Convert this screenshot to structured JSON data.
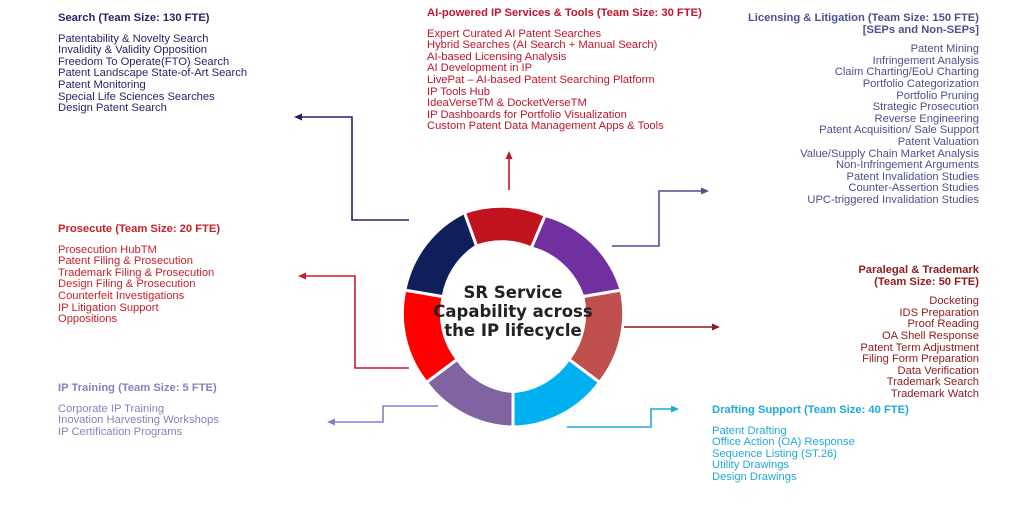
{
  "colors": {
    "search": "#2b1f66",
    "ai": "#c0162b",
    "licensing": "#4d4f8f",
    "prosecute": "#c81f2a",
    "paralegal": "#8f1b1b",
    "training": "#8e7cc3",
    "drafting": "#1fa9d8"
  },
  "center": {
    "line1": "SR Service",
    "line2": "Capability across",
    "line3": "the IP lifecycle"
  },
  "search": {
    "title": "Search (Team Size: 130 FTE)",
    "items": [
      "Patentability & Novelty Search",
      "Invalidity & Validity Opposition",
      "Freedom To Operate(FTO) Search",
      "Patent Landscape State-of-Art Search",
      "Patent Monitoring",
      "Special Life Sciences Searches",
      "Design Patent Search"
    ]
  },
  "ai": {
    "title": "AI-powered IP Services & Tools (Team Size: 30 FTE)",
    "items": [
      "Expert Curated AI Patent Searches",
      "Hybrid Searches (AI Search + Manual Search)",
      "AI-based Licensing Analysis",
      "AI Development in IP",
      "LivePat – AI-based Patent Searching Platform",
      "IP Tools Hub",
      "IdeaVerseTM & DocketVerseTM",
      "IP Dashboards for Portfolio Visualization",
      "Custom Patent Data Management Apps & Tools"
    ]
  },
  "licensing": {
    "title": "Licensing & Litigation (Team Size: 150 FTE)",
    "subtitle": "[SEPs and Non-SEPs]",
    "items": [
      "Patent Mining",
      "Infringement Analysis",
      "Claim Charting/EoU Charting",
      "Portfolio Categorization",
      "Portfolio Pruning",
      "Strategic Prosecution",
      "Reverse Engineering",
      "Patent Acquisition/ Sale Support",
      "Patent Valuation",
      "Value/Supply Chain Market Analysis",
      "Non-Infringement Arguments",
      "Patent Invalidation Studies",
      "Counter-Assertion Studies",
      "UPC-triggered Invalidation Studies"
    ]
  },
  "prosecute": {
    "title": "Prosecute (Team Size: 20 FTE)",
    "items": [
      "Prosecution HubTM",
      "Patent Filing & Prosecution",
      "Trademark Filing & Prosecution",
      "Design Filing & Prosecution",
      "Counterfeit Investigations",
      "IP Litigation Support",
      "Oppositions"
    ]
  },
  "paralegal": {
    "title": "Paralegal & Trademark",
    "subtitle": "(Team Size: 50 FTE)",
    "items": [
      "Docketing",
      "IDS Preparation",
      "Proof Reading",
      "OA Shell Response",
      "Patent Term Adjustment",
      "Filing Form Preparation",
      "Data Verification",
      "Trademark Search",
      "Trademark Watch"
    ]
  },
  "training": {
    "title": "IP Training (Team Size: 5 FTE)",
    "items": [
      "Corporate IP Training",
      "Inovation Harvesting Workshops",
      "IP Certification Programs"
    ]
  },
  "drafting": {
    "title": "Drafting Support (Team Size: 40 FTE)",
    "items": [
      "Patent Drafting",
      "Office Action (OA) Response",
      "Sequence Listing (ST.26)",
      "Utility Drawings",
      "Design Drawings"
    ]
  }
}
